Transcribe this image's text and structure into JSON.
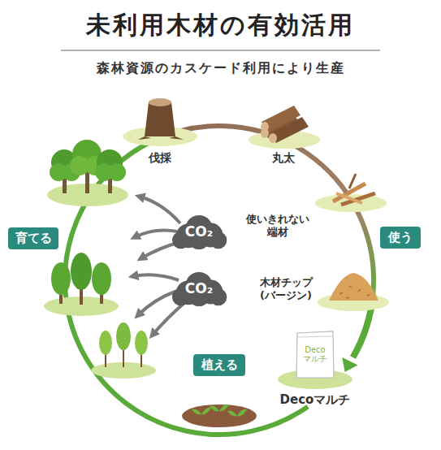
{
  "diagram": {
    "nodes": [
      {
        "text": [
          "育てる"
        ]
      },
      {
        "text": [
          "使う"
        ]
      },
      {
        "text": [
          "CO₂"
        ]
      },
      {
        "text": [
          "CO₂"
        ]
      },
      {
        "text": [
          "植える"
        ]
      },
      {
        "text": [
          "Deco マルチ",
          "Decoマルチ"
        ]
      }
    ],
    "labels": [
      "未利用木材の有効活用",
      "森林資源のカスケード利用により生産",
      "伐採",
      "丸太",
      "使いきれない 端材",
      "木材チップ (バージン)"
    ]
  }
}
